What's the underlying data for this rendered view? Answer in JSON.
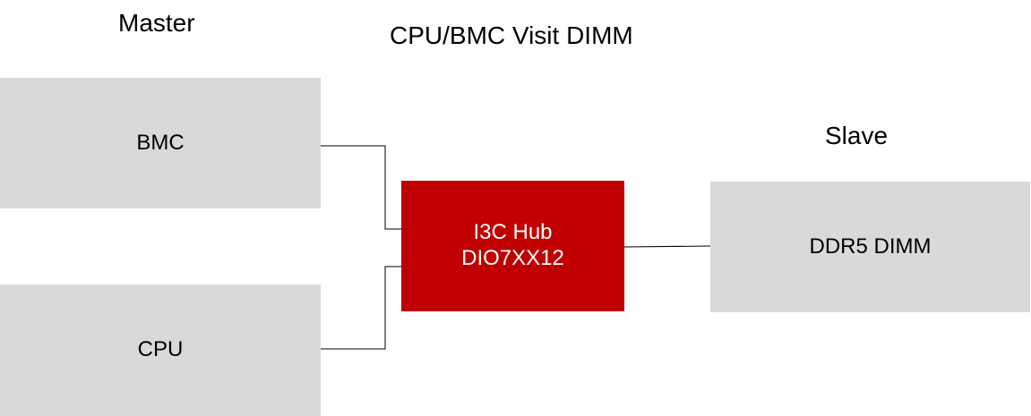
{
  "diagram": {
    "title": "CPU/BMC Visit DIMM",
    "master_label": "Master",
    "slave_label": "Slave",
    "nodes": {
      "bmc": "BMC",
      "cpu": "CPU",
      "hub_line1": "I3C Hub",
      "hub_line2": "DIO7XX12",
      "dimm": "DDR5 DIMM"
    },
    "colors": {
      "master_box": "#d9d9d9",
      "slave_box": "#d9d9d9",
      "hub_box": "#c00000",
      "hub_text": "#ffffff",
      "connector": "#000000"
    }
  }
}
